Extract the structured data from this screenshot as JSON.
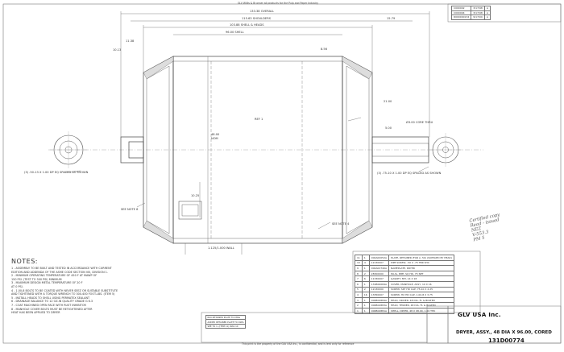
{
  "title_block": {
    "company": "GLV USA Inc.",
    "drawing_title": "DRYER, ASSY., 48 DIA X 96.00, CORED",
    "drawing_number": "131D00774"
  },
  "notes": {
    "heading": "NOTES:",
    "items": [
      "1 - ASSEMBLY TO BE BUILT AND TESTED IN ACCORDANCE WITH CURRENT",
      "EDITION AND ADDENDA OF THE ASME CODE SECTION VIII, DIVISION 1.",
      "2 - MINIMUM OPERATING TEMPERATURE OF 450 F AT MAWP OF",
      "150 PSI. (TEST TO 300 PSI) MINIMUM",
      "3 - MAXIMUM DESIGN METAL TEMPERATURE OF 20 F",
      "AT 0 PSI.",
      "4 - 1.00-8 BOLTS TO BE COATED WITH NEVER SEEZ OR SUITABLE SUBSTITUTE",
      "AND TIGHTENED WITH A TORQUE WRENCH TO 300-400 FOOT-LBS. (ITEM 5)",
      "5 - INSTALL HEADS TO SHELL USING PERMATEX SEALANT",
      "6 - DRAINAGE BALANCE TO 12 OZ-IN QUALITY GRADE G 6.3",
      "7 - COAT MACHINED OPEN FACE WITH RUST INHIBITOR",
      "8 - MANHOLE COVER BOLTS MUST BE RETIGHTENED AFTER",
      "HEAT HAS BEEN APPLIED TO DRYER"
    ]
  },
  "dimensions": {
    "overall": "133.38 OVERALL",
    "shoulders": "115.63 SHOULDERS",
    "shell_heads": "103.88 SHELL & HEADS",
    "shell": "96.00 SHELL",
    "shell_dia": "48.00",
    "nom": "NOM",
    "dia_left": "11.38",
    "right_len": "15.79",
    "small_a": "10.13",
    "small_b": "8.56",
    "small_c": "5.00",
    "core": "Ø3.00 CORE THRU",
    "wall": "1.125/1.000 WALL",
    "dim_1025": "10.25",
    "dim_2100": "21.00",
    "see_note_4": "SEE NOTE 4",
    "see_note_8": "SEE NOTE 8",
    "bolts_left": "(3) .50-13 X 1.00 DP EQ SPACED AS SHOWN",
    "bolts_right": "(3) .75-10 X 1.00 DP EQ SPACED AS SHOWN"
  },
  "revisions": [
    {
      "ltr": "C000002",
      "date": "3/17/98",
      "by": "A"
    },
    {
      "ltr": "C000004",
      "date": "3/17/98",
      "by": "A"
    },
    {
      "ltr": "R000000134",
      "date": "9/17/09",
      "by": "A"
    }
  ],
  "bom": [
    {
      "item": "11",
      "qty": "1",
      "part": "000A00052A",
      "desc": "PLATE, RETAINER (FOR A .50) (SUPPLIED BY HEAD)"
    },
    {
      "item": "10",
      "qty": "4",
      "part": "12130007",
      "desc": "PIPE SCREW, .50 X .75 TBR SHC"
    },
    {
      "item": "9",
      "qty": "1",
      "part": "000A02740A",
      "desc": "NAMEPLATE, DRYER"
    },
    {
      "item": "8",
      "qty": "2",
      "part": "28300000",
      "desc": "PLUG, PIPE, SQ HD, 75 NPT"
    },
    {
      "item": "7",
      "qty": "6",
      "part": "11330007",
      "desc": "GASKET, MH, 14 X 18"
    },
    {
      "item": "6",
      "qty": "1",
      "part": "131B00069A",
      "desc": "COVER, MANHOLE, ASSY, 10 X 16"
    },
    {
      "item": "5",
      "qty": "2",
      "part": "12130000",
      "desc": "SCREW, SKT HD CAP, 75-10 X 2.25"
    },
    {
      "item": "4",
      "qty": "16",
      "part": "13350007",
      "desc": "SCREW, HX HD CAP, 1.00-8 X 3.75"
    },
    {
      "item": "3",
      "qty": "1",
      "part": "000B02884A",
      "desc": "HEAD, DRIVER, 48 DIA, FL & BOLTED"
    },
    {
      "item": "2",
      "qty": "1",
      "part": "000B02883A",
      "desc": "HEAD, TENDER, 48 DIA, FL & BOLTED"
    },
    {
      "item": "1",
      "qty": "1",
      "part": "000B02881A",
      "desc": "SHELL, DRYER, 48 X 98.00, 1.00 THK"
    }
  ],
  "changes": [
    "R00 RETAINER PLATE TO DWG",
    "ADDED RETAINER PLATE TO DWG",
    "SEE TO 1. (ITEM 11) WAS 10"
  ],
  "handwriting": [
    "Certified copy",
    "Read - issued",
    "NEZ",
    "V-553.3",
    "PM 5"
  ],
  "section_label": "REF 1",
  "banner": "GLV Willis & Brunner all products for the Pulp and Paper Industry",
  "footer": "This print is the property of the GLV USA Inc., is confidential, and is lent only for reference"
}
